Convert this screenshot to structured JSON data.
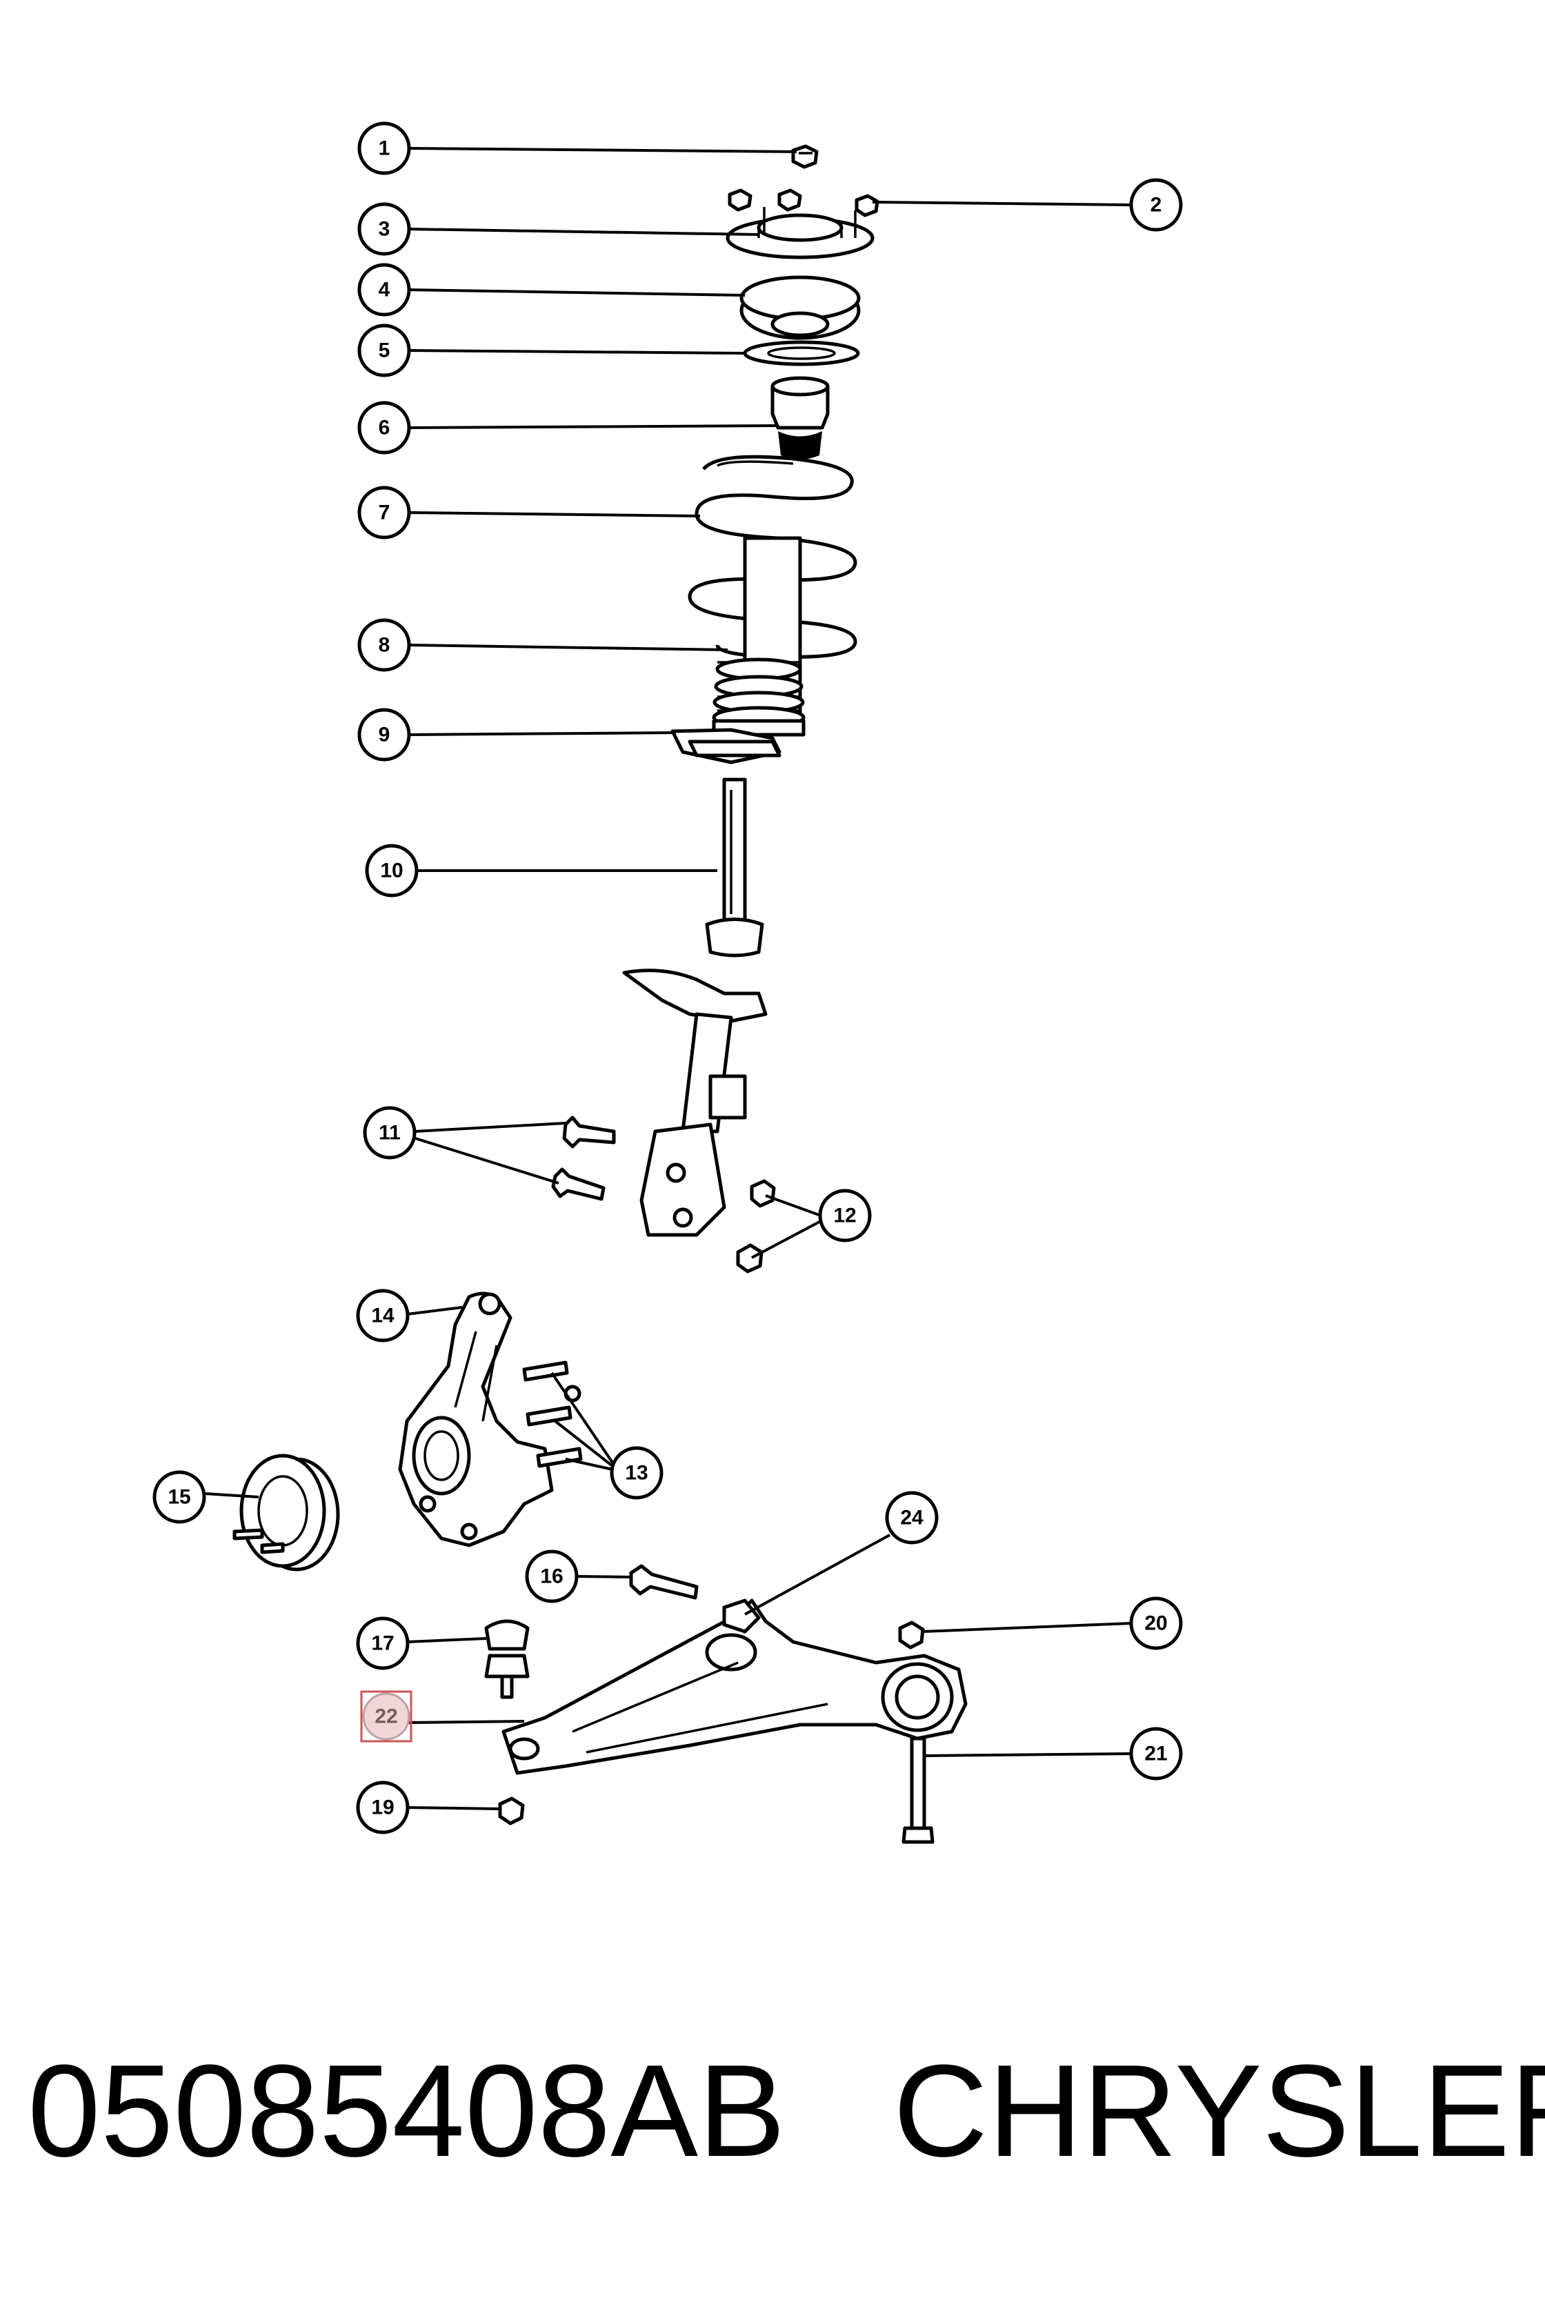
{
  "callouts": [
    {
      "id": "1",
      "label": "1"
    },
    {
      "id": "2",
      "label": "2"
    },
    {
      "id": "3",
      "label": "3"
    },
    {
      "id": "4",
      "label": "4"
    },
    {
      "id": "5",
      "label": "5"
    },
    {
      "id": "6",
      "label": "6"
    },
    {
      "id": "7",
      "label": "7"
    },
    {
      "id": "8",
      "label": "8"
    },
    {
      "id": "9",
      "label": "9"
    },
    {
      "id": "10",
      "label": "10"
    },
    {
      "id": "11",
      "label": "11"
    },
    {
      "id": "12",
      "label": "12"
    },
    {
      "id": "13",
      "label": "13"
    },
    {
      "id": "14",
      "label": "14"
    },
    {
      "id": "15",
      "label": "15"
    },
    {
      "id": "16",
      "label": "16"
    },
    {
      "id": "17",
      "label": "17"
    },
    {
      "id": "19",
      "label": "19"
    },
    {
      "id": "20",
      "label": "20"
    },
    {
      "id": "21",
      "label": "21"
    },
    {
      "id": "22",
      "label": "22"
    },
    {
      "id": "24",
      "label": "24"
    }
  ],
  "highlighted_callout": "22",
  "caption": {
    "part_number": "05085408AB",
    "brand": "CHRYSLER"
  },
  "colors": {
    "line": "#000000",
    "background": "#ffffff",
    "highlight_fill": "#f0d6d6",
    "highlight_border": "#cc5555"
  }
}
